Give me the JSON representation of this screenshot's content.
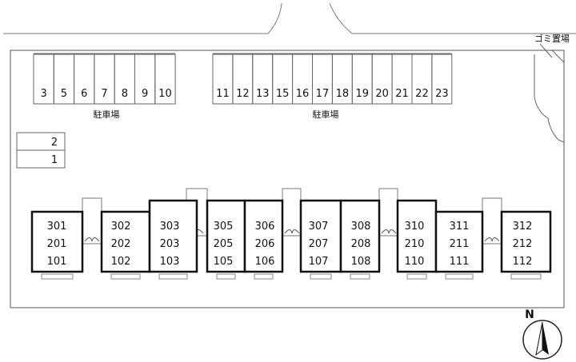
{
  "parking": {
    "label_left": "駐車場",
    "label_right": "駐車場",
    "left_spaces": [
      "3",
      "5",
      "6",
      "7",
      "8",
      "9",
      "10"
    ],
    "right_spaces": [
      "11",
      "12",
      "13",
      "15",
      "16",
      "17",
      "18",
      "19",
      "20",
      "21",
      "22",
      "23"
    ],
    "side_spaces": [
      "2",
      "1"
    ]
  },
  "garbage_label": "ゴミ置場",
  "compass_label": "N",
  "units": [
    [
      "301",
      "201",
      "101"
    ],
    [
      "302",
      "202",
      "102"
    ],
    [
      "303",
      "203",
      "103"
    ],
    [
      "305",
      "205",
      "105"
    ],
    [
      "306",
      "206",
      "106"
    ],
    [
      "307",
      "207",
      "107"
    ],
    [
      "308",
      "208",
      "108"
    ],
    [
      "310",
      "210",
      "110"
    ],
    [
      "311",
      "211",
      "111"
    ],
    [
      "312",
      "212",
      "112"
    ]
  ]
}
